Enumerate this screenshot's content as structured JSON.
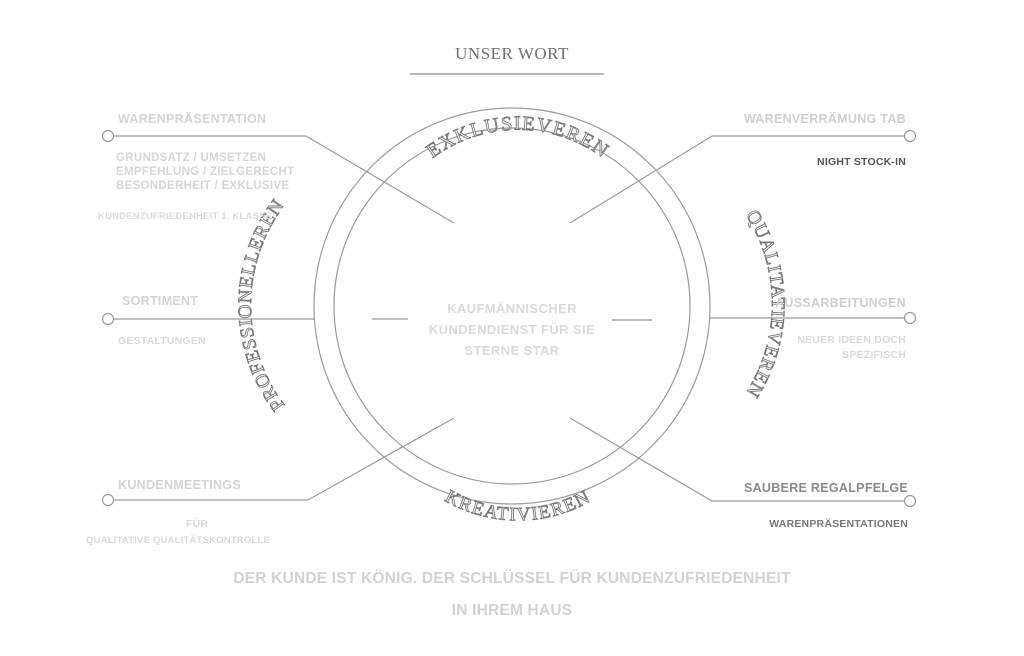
{
  "title": "UNSER WORT",
  "ring": {
    "top": "EXKLUSIEVEREN",
    "right": "QUALITATIEVEREN",
    "bottom": "KREATIVIEREN",
    "left": "PROFESSIONELLEREN"
  },
  "center": {
    "line1": "KAUFMÄNNISCHER",
    "line2": "KUNDENDIENST FÜR SIE",
    "line3": "STERNE STAR"
  },
  "top_left": {
    "heading": "WARENPRÄSENTATION",
    "lines": [
      "GRUNDSATZ / UMSETZEN",
      "EMPFEHLUNG / ZIELGERECHT",
      "BESONDERHEIT / EXKLUSIVE"
    ],
    "note": "KUNDENZUFRIEDENHEIT 1. KLASSE:"
  },
  "mid_left": {
    "heading": "SORTIMENT",
    "sub": "GESTALTUNGEN"
  },
  "bottom_left": {
    "heading": "KUNDENMEETINGS",
    "sub1": "FÜR",
    "sub2": "QUALITATIVE QUALITÄTSKONTROLLE"
  },
  "top_right": {
    "heading": "WARENVERRÄMUNG TAB",
    "sub": "NIGHT STOCK-IN"
  },
  "mid_right": {
    "heading": "AUSSARBEITUNGEN",
    "sub1": "NEUER IDEEN DOCH",
    "sub2": "SPEZIFISCH"
  },
  "bottom_right": {
    "heading": "SAUBERE REGALPFELGE",
    "sub": "WARENPRÄSENTATIONEN"
  },
  "footer": {
    "line1": "DER KUNDE IST KÖNIG. DER SCHLÜSSEL FÜR KUNDENZUFRIEDENHEIT",
    "line2": "IN IHREM HAUS"
  },
  "colors": {
    "line": "#9a9a9a",
    "light_text": "#d4d4d4",
    "dark_text": "#555555"
  }
}
